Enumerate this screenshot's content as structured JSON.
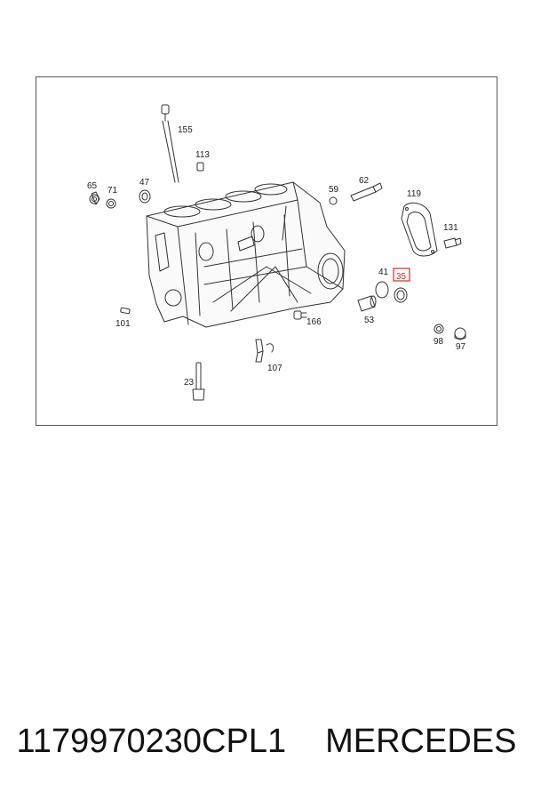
{
  "diagram": {
    "labels": {
      "l155": "155",
      "l113": "113",
      "l65": "65",
      "l71": "71",
      "l47": "47",
      "l59": "59",
      "l62": "62",
      "l119": "119",
      "l131": "131",
      "l41": "41",
      "l35": "35",
      "l53": "53",
      "l101": "101",
      "l166": "166",
      "l98": "98",
      "l97": "97",
      "l107": "107",
      "l23": "23"
    },
    "highlighted_part": "35",
    "highlight_color": "#d42a2a"
  },
  "caption": {
    "part_number": "1179970230CPL1",
    "brand": "MERCEDES"
  }
}
